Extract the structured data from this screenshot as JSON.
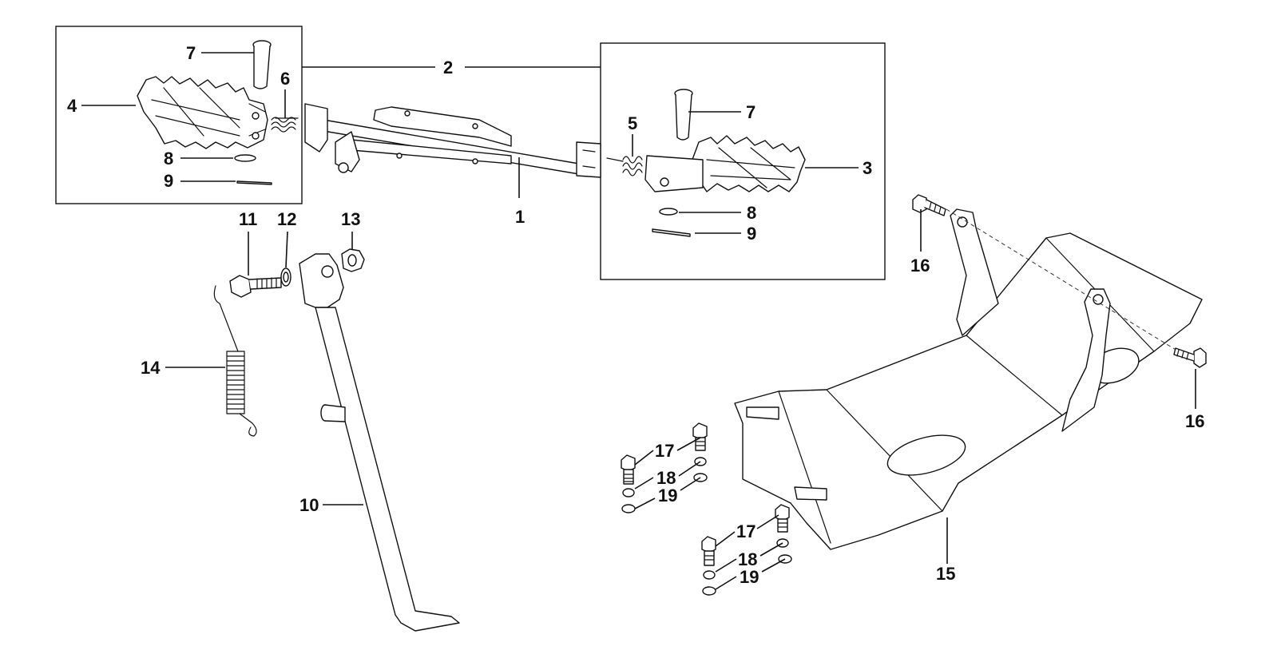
{
  "diagram": {
    "callouts": [
      {
        "id": "c1",
        "label": "1"
      },
      {
        "id": "c2",
        "label": "2"
      },
      {
        "id": "c3",
        "label": "3"
      },
      {
        "id": "c4",
        "label": "4"
      },
      {
        "id": "c5",
        "label": "5"
      },
      {
        "id": "c6",
        "label": "6"
      },
      {
        "id": "c7a",
        "label": "7"
      },
      {
        "id": "c7b",
        "label": "7"
      },
      {
        "id": "c8a",
        "label": "8"
      },
      {
        "id": "c8b",
        "label": "8"
      },
      {
        "id": "c9a",
        "label": "9"
      },
      {
        "id": "c9b",
        "label": "9"
      },
      {
        "id": "c10",
        "label": "10"
      },
      {
        "id": "c11",
        "label": "11"
      },
      {
        "id": "c12",
        "label": "12"
      },
      {
        "id": "c13",
        "label": "13"
      },
      {
        "id": "c14",
        "label": "14"
      },
      {
        "id": "c15",
        "label": "15"
      },
      {
        "id": "c16a",
        "label": "16"
      },
      {
        "id": "c16b",
        "label": "16"
      },
      {
        "id": "c17a",
        "label": "17"
      },
      {
        "id": "c17b",
        "label": "17"
      },
      {
        "id": "c18a",
        "label": "18"
      },
      {
        "id": "c18b",
        "label": "18"
      },
      {
        "id": "c19a",
        "label": "19"
      },
      {
        "id": "c19b",
        "label": "19"
      }
    ]
  }
}
